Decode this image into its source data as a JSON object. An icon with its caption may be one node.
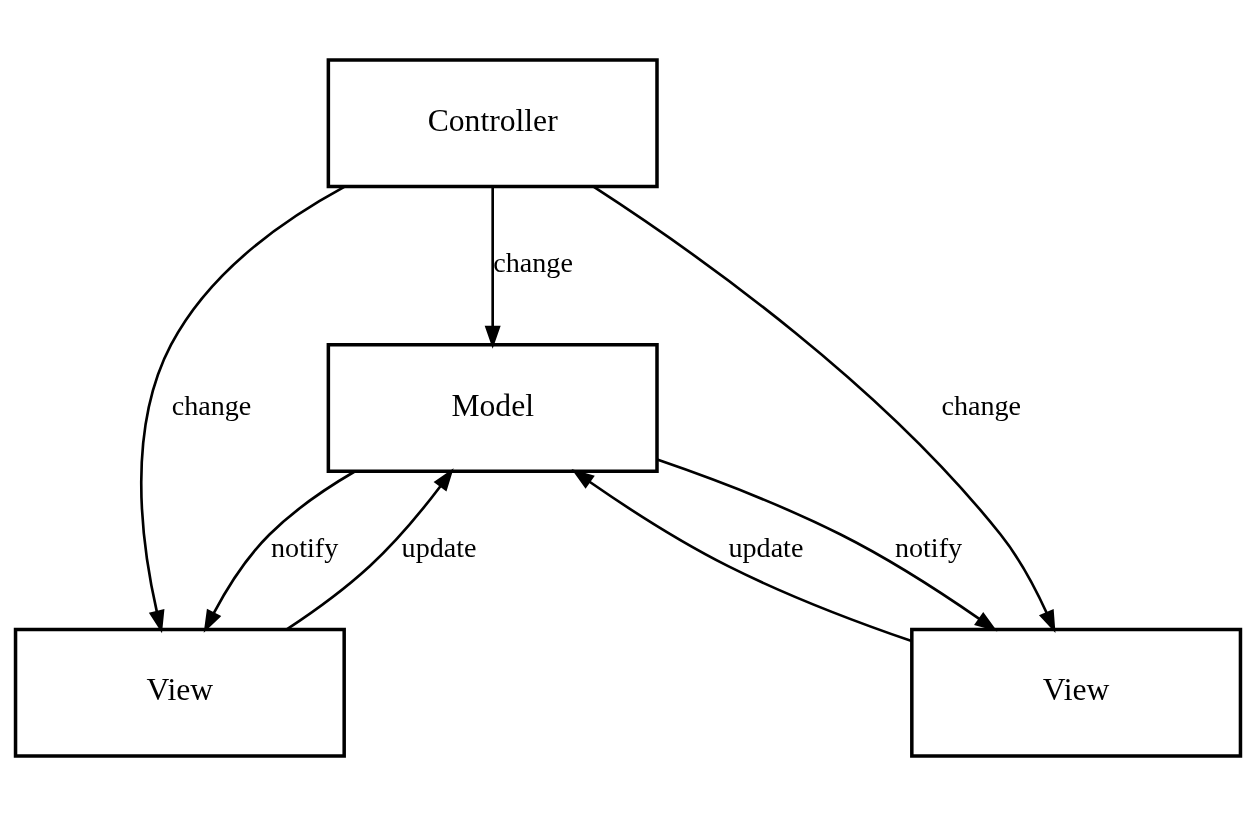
{
  "diagram": {
    "nodes": [
      {
        "text": [
          "Controller"
        ]
      },
      {
        "text": [
          "Model"
        ]
      },
      {
        "text": [
          "View"
        ]
      },
      {
        "text": [
          "View"
        ]
      }
    ],
    "edges": [
      {
        "from": 0,
        "to": 2,
        "arrow": "to",
        "label": "change"
      },
      {
        "from": 0,
        "to": 1,
        "arrow": "to",
        "label": "change"
      },
      {
        "from": 0,
        "to": 3,
        "arrow": "to",
        "label": "change"
      },
      {
        "from": 1,
        "to": 2,
        "arrow": "to",
        "label": "notify"
      },
      {
        "from": 1,
        "to": 3,
        "arrow": "to",
        "label": "notify"
      },
      {
        "from": 2,
        "to": 1,
        "arrow": "to",
        "label": "update"
      },
      {
        "from": 3,
        "to": 1,
        "arrow": "to",
        "label": "update"
      }
    ]
  }
}
